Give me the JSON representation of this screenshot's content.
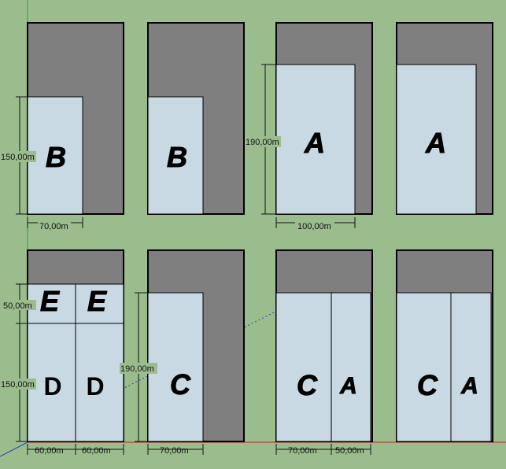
{
  "colors": {
    "background": "#9bbd8e",
    "panel_dark": "#7f7f7f",
    "panel_light": "#c9d9e3",
    "outline": "#000000",
    "axis_green": "#2f9e2f",
    "axis_red": "#c02020",
    "axis_blue": "#2040c0"
  },
  "panels": [
    {
      "label": "B"
    },
    {
      "label": "B"
    },
    {
      "label": "A"
    },
    {
      "label": "A"
    },
    {
      "labels": [
        "E",
        "E",
        "D",
        "D"
      ]
    },
    {
      "label": "C"
    },
    {
      "labels": [
        "C",
        "A"
      ]
    },
    {
      "labels": [
        "C",
        "A"
      ]
    }
  ],
  "dimensions": {
    "d_150_top": "150,00m",
    "d_70_top": "70,00m",
    "d_190_top": "190,00m",
    "d_100_top": "100,00m",
    "d_50_bottom": "50,00m",
    "d_150_bottom": "150,00m",
    "d_190_bottom": "190,00m",
    "d_60_left": "60,00m",
    "d_60_right": "60,00m",
    "d_70_c": "70,00m",
    "d_70_ca": "70,00m",
    "d_50_ca": "50,00m"
  }
}
